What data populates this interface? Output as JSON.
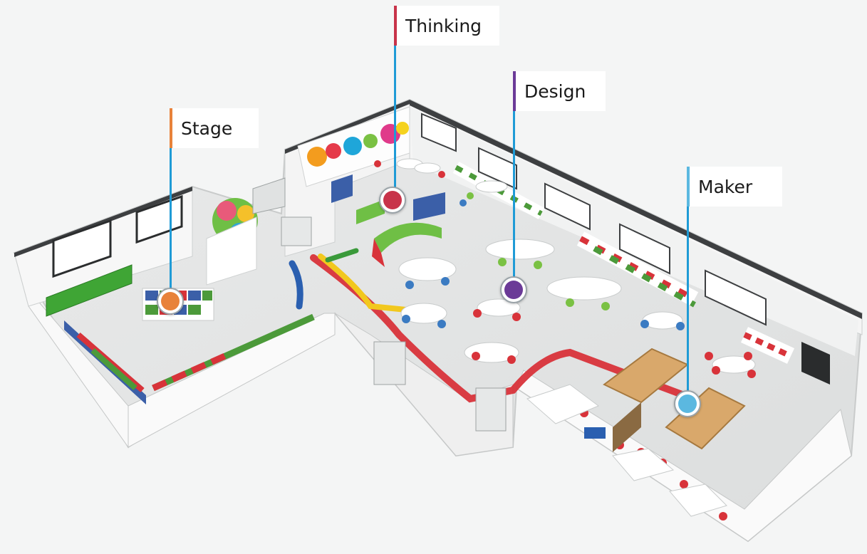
{
  "zones": [
    {
      "id": "thinking",
      "label": "Thinking",
      "color": "#c8334a"
    },
    {
      "id": "design",
      "label": "Design",
      "color": "#6b3a97"
    },
    {
      "id": "stage",
      "label": "Stage",
      "color": "#e8823a"
    },
    {
      "id": "maker",
      "label": "Maker",
      "color": "#5bb8e0"
    }
  ],
  "colors": {
    "leader_line": "#1f9bd6",
    "floor": "#e3e4e4",
    "wall": "#f7f7f7",
    "wall_top": "#3d3f41",
    "path_red": "#d8333a",
    "path_yellow": "#f2c81e",
    "path_blue": "#2a5fb0",
    "path_green": "#3a9a3a"
  }
}
